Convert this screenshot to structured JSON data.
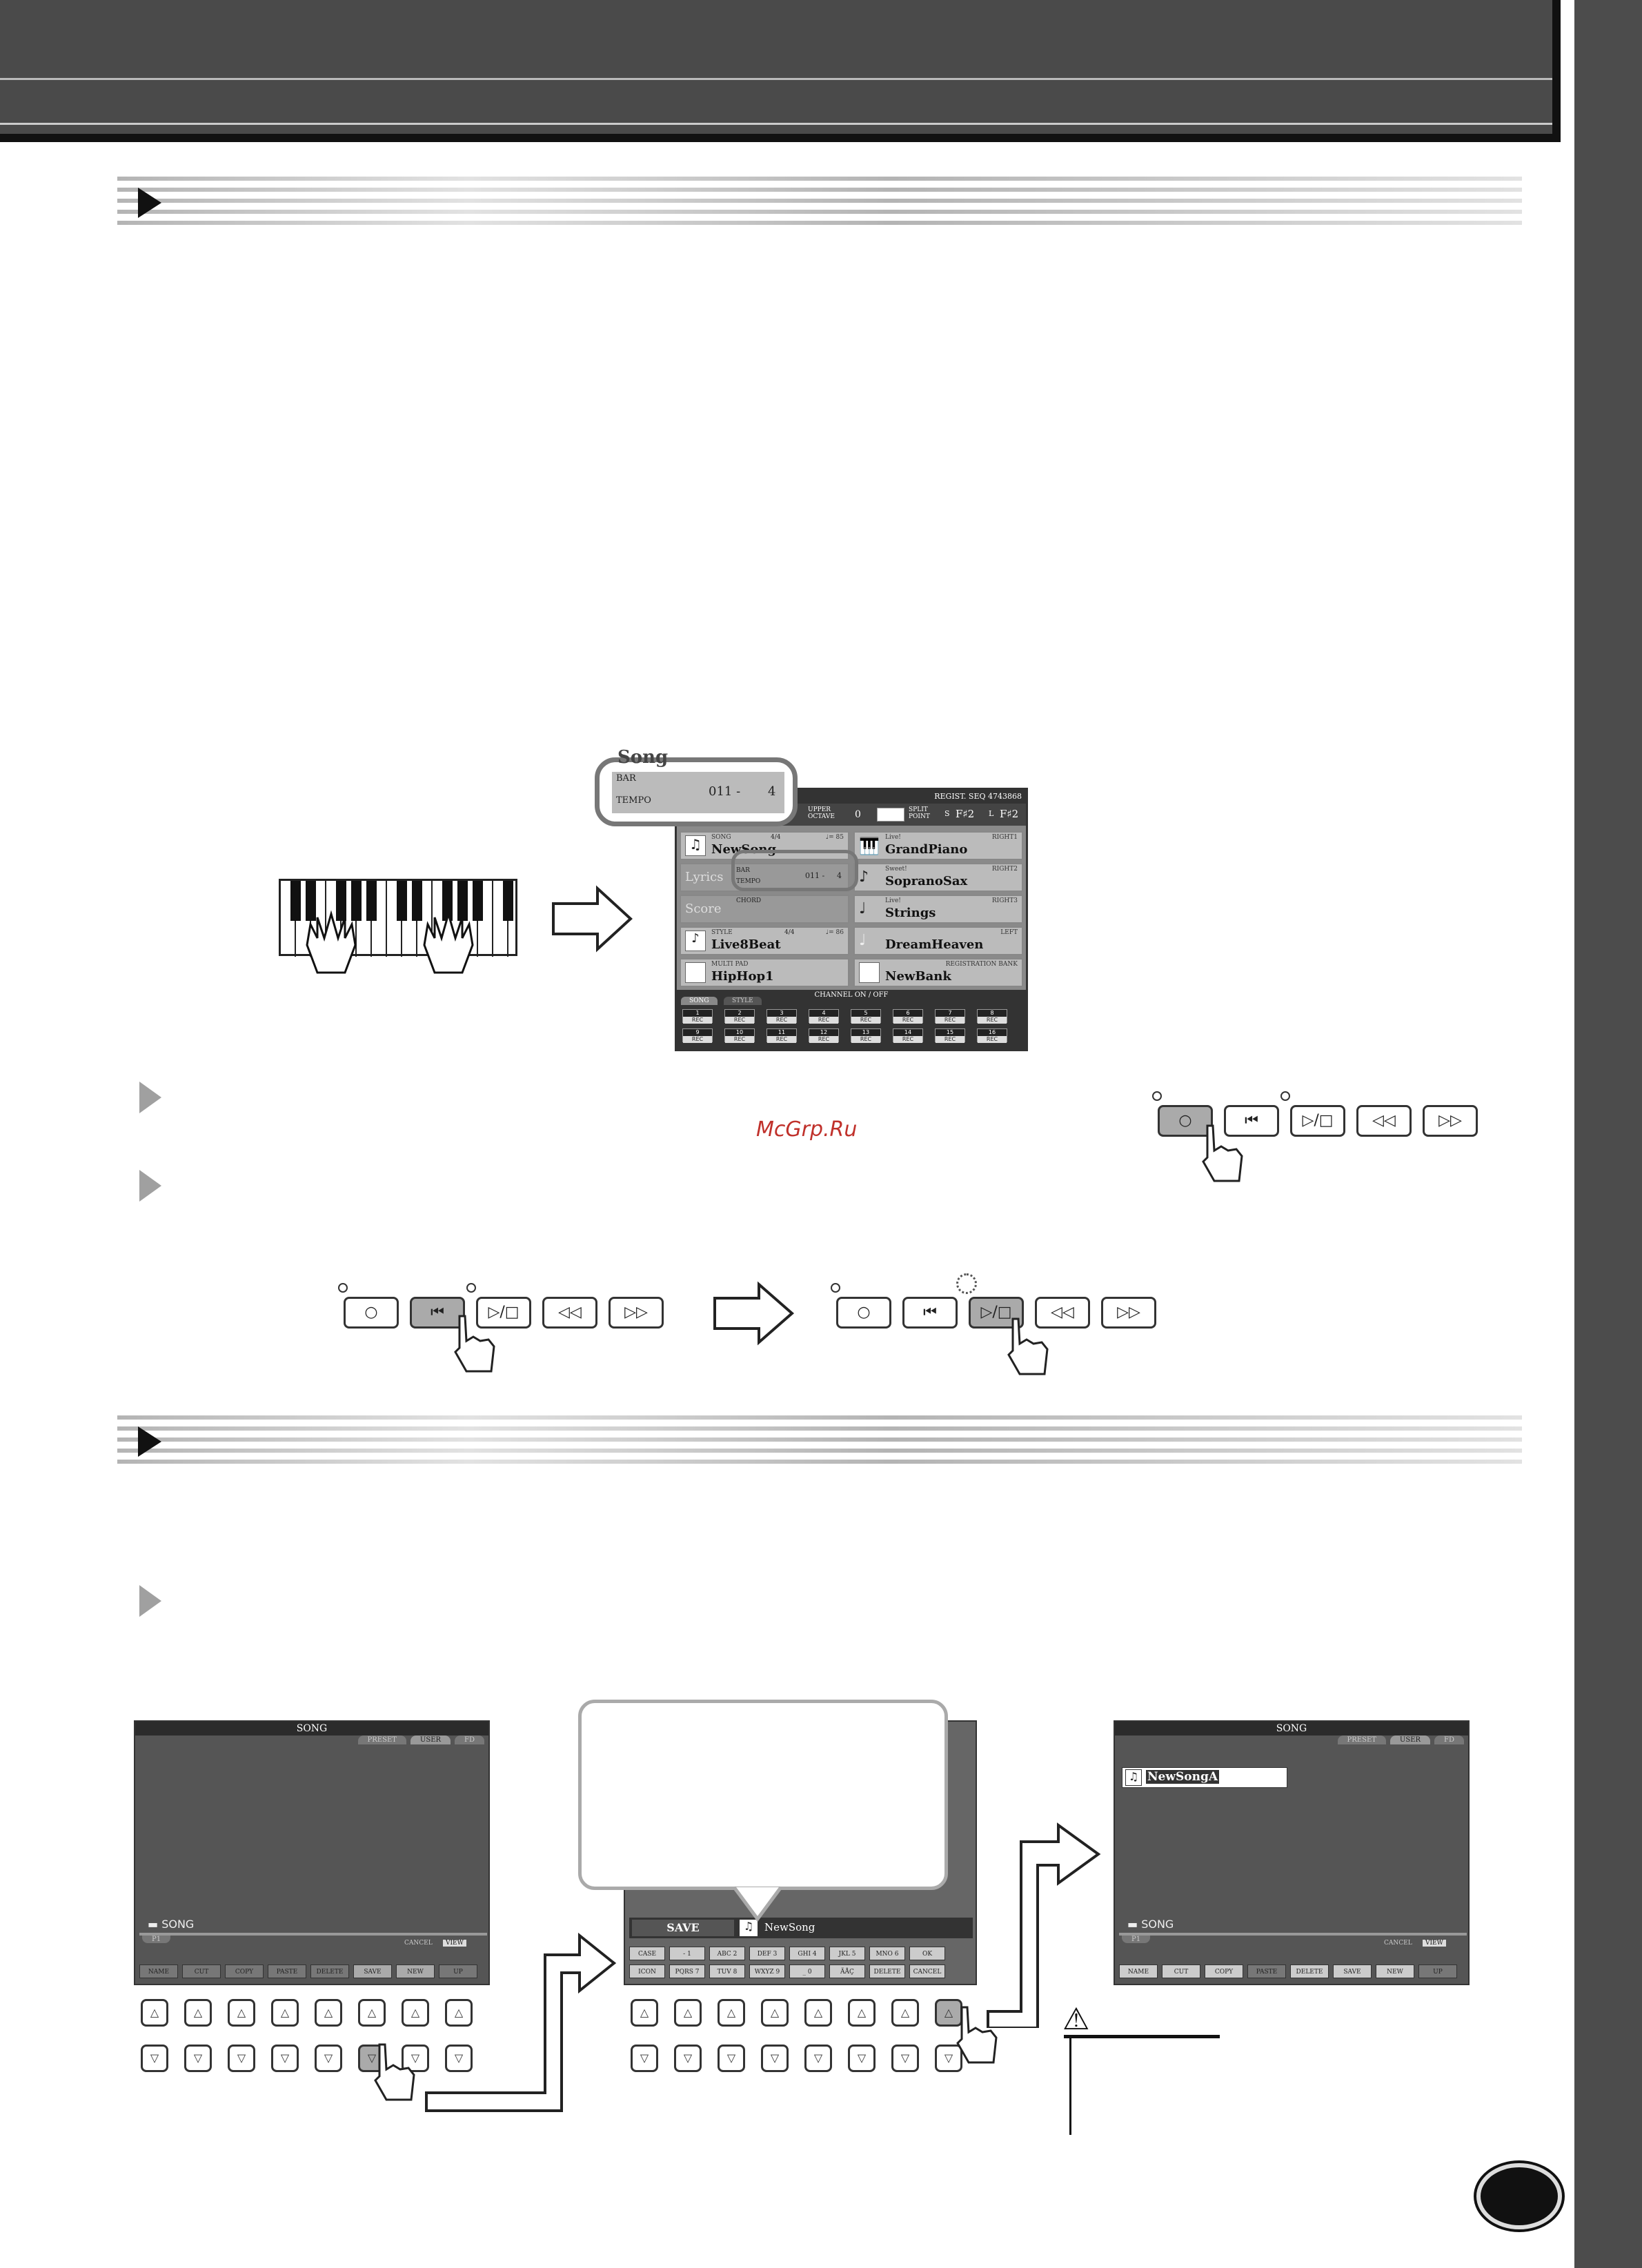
{
  "watermark": "McGrp.Ru",
  "main_display": {
    "regist_seq": "REGIST. SEQ 4743868",
    "upper_octave_label": "UPPER OCTAVE",
    "upper_octave_value": "0",
    "split_point_label": "SPLIT POINT",
    "split_s": "S",
    "split_s_val": "F♯2",
    "split_l": "L",
    "split_l_val": "F♯2",
    "song_label": "SONG",
    "song_meter": "4/4",
    "song_tempo": "♩= 85",
    "song_name": "NewSong",
    "lyrics": "Lyrics",
    "score": "Score",
    "bar": "BAR",
    "tempo": "TEMPO",
    "bar_value": "011 -",
    "beat_value": "4",
    "chord": "CHORD",
    "style_label": "STYLE",
    "style_meter": "4/4",
    "style_tempo": "♩= 86",
    "style_name": "Live8Beat",
    "multipad_label": "MULTI PAD",
    "multipad_name": "HipHop1",
    "right1_label": "RIGHT1",
    "right1_prefix": "Live!",
    "right1_name": "GrandPiano",
    "right2_label": "RIGHT2",
    "right2_prefix": "Sweet!",
    "right2_name": "SopranoSax",
    "right3_label": "RIGHT3",
    "right3_prefix": "Live!",
    "right3_name": "Strings",
    "left_label": "LEFT",
    "left_name": "DreamHeaven",
    "regbank_label": "REGISTRATION BANK",
    "regbank_name": "NewBank",
    "channel_title": "CHANNEL ON / OFF",
    "tab_song": "SONG",
    "tab_style": "STYLE",
    "channels": [
      "1",
      "2",
      "3",
      "4",
      "5",
      "6",
      "7",
      "8",
      "9",
      "10",
      "11",
      "12",
      "13",
      "14",
      "15",
      "16"
    ],
    "rec": "REC",
    "callout_partial": "Song",
    "callout_bar": "BAR",
    "callout_tempo": "TEMPO",
    "callout_bar_value": "011 -",
    "callout_beat_value": "4"
  },
  "transport": {
    "rec": "○",
    "top": "⏮",
    "play_stop": "▷/□",
    "rew": "◁◁",
    "ff": "▷▷"
  },
  "song_screen_1": {
    "title": "SONG",
    "tabs": [
      "PRESET",
      "USER",
      "FD"
    ],
    "folder": "SONG",
    "page": "P1",
    "cancel": "CANCEL",
    "view": "VIEW",
    "buttons": [
      "NAME",
      "CUT",
      "COPY",
      "PASTE",
      "DELETE",
      "SAVE",
      "NEW",
      "UP"
    ]
  },
  "save_screen": {
    "save_label": "SAVE",
    "song_name": "NewSong",
    "row1": [
      "CASE",
      "- 1",
      "ABC 2",
      "DEF 3",
      "GHI 4",
      "JKL 5",
      "MNO 6",
      "OK"
    ],
    "row2": [
      "ICON",
      "PQRS 7",
      "TUV 8",
      "WXYZ 9",
      "_ 0",
      "ÄÅÇ",
      "DELETE",
      "CANCEL"
    ]
  },
  "song_screen_2": {
    "title": "SONG",
    "tabs": [
      "PRESET",
      "USER",
      "FD"
    ],
    "file": "NewSongA",
    "folder": "SONG",
    "page": "P1",
    "cancel": "CANCEL",
    "view": "VIEW",
    "buttons": [
      "NAME",
      "CUT",
      "COPY",
      "PASTE",
      "DELETE",
      "SAVE",
      "NEW",
      "UP"
    ]
  },
  "warning_icon": "⚠",
  "panel_buttons": {
    "up": "△",
    "down": "▽"
  }
}
